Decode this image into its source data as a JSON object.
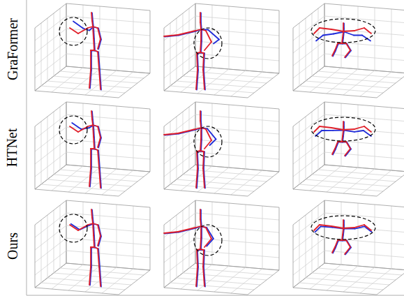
{
  "diagram": {
    "labels": [
      "GraFormer",
      "HTNet",
      "Ours"
    ]
  }
}
